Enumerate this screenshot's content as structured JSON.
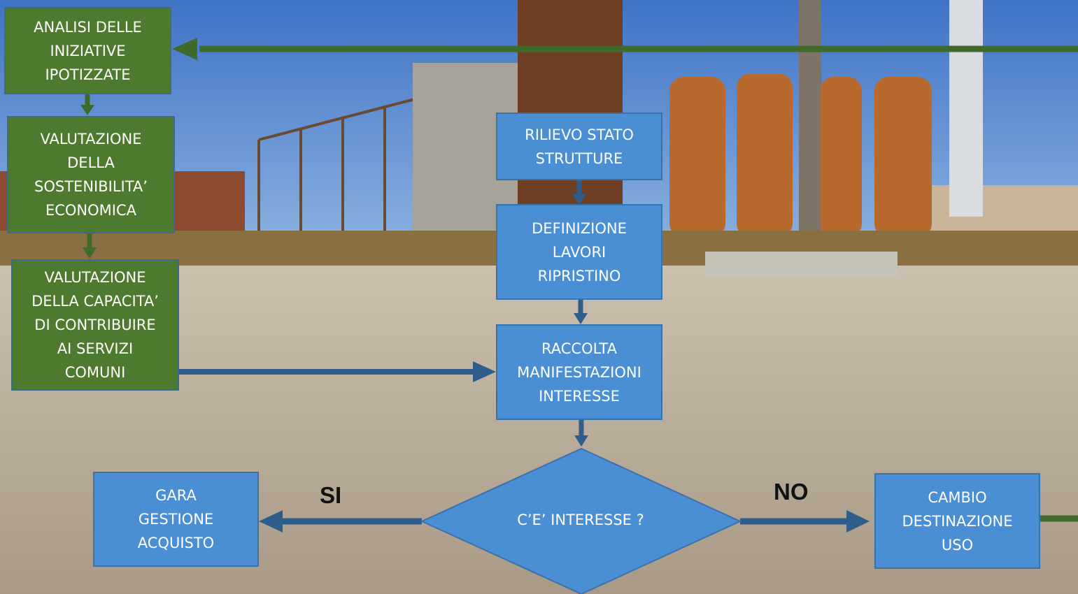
{
  "nodes": {
    "analisi": "ANALISI DELLE\nINIZIATIVE\nIPOTIZZATE",
    "sostenibilita": "VALUTAZIONE\nDELLA\nSOSTENIBILITA’\nECONOMICA",
    "capacita": "VALUTAZIONE\nDELLA CAPACITA’\nDI CONTRIBUIRE\nAI SERVIZI\nCOMUNI",
    "rilievo": "RILIEVO STATO\nSTRUTTURE",
    "definizione": "DEFINIZIONE\nLAVORI\nRIPRISTINO",
    "raccolta": "RACCOLTA\nMANIFESTAZIONI\nINTERESSE",
    "decision": "C’E’ INTERESSE ?",
    "gara": "GARA\nGESTIONE\nACQUISTO",
    "cambio": "CAMBIO\nDESTINAZIONE\nUSO"
  },
  "edge_labels": {
    "yes": "SI",
    "no": "NO"
  },
  "colors": {
    "green": "#4d7a2e",
    "blue": "#4a8fd4",
    "green_arrow": "#3f6b2a",
    "blue_arrow": "#2f5e8c"
  }
}
